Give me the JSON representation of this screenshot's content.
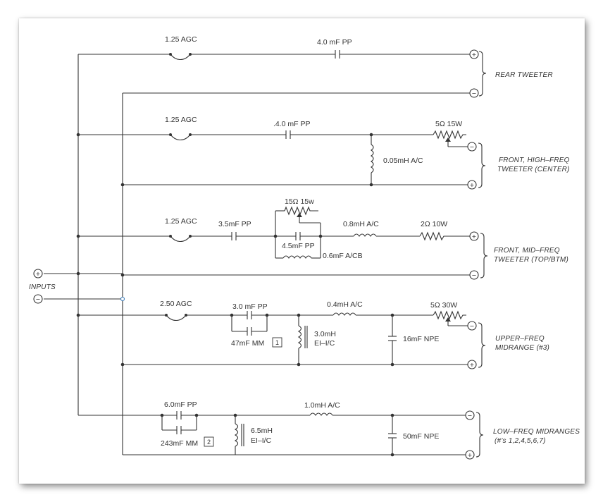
{
  "inputs": {
    "label": "INPUTS",
    "plus": "+",
    "minus": "−"
  },
  "terminal": {
    "plus": "+",
    "minus": "−"
  },
  "branches": {
    "rear": {
      "label": "REAR TWEETER",
      "fuse": "1.25  AGC",
      "cap": "4.0 mF  PP"
    },
    "front": {
      "label_line1": "FRONT, HIGH–FREQ",
      "label_line2": "TWEETER (CENTER)",
      "fuse": "1.25  AGC",
      "cap": ".4.0 mF PP",
      "resistor": "5Ω 15W",
      "inductor": "0.05mH A/C"
    },
    "mid": {
      "label_line1": "FRONT, MID–FREQ",
      "label_line2": "TWEETER (TOP/BTM)",
      "fuse": "1.25  AGC",
      "cap": "3.5mF PP",
      "pot": "15Ω 15w",
      "cap2": "4.5mF PP",
      "cap3": "0.6mF A/CB",
      "inductor": "0.8mH  A/C",
      "resistor": "2Ω 10W"
    },
    "upper": {
      "label_line1": "UPPER–FREQ",
      "label_line2": "MIDRANGE (#3)",
      "fuse": "2.50  AGC",
      "cap": "3.0 mF  PP",
      "cap2": "47mF  MM",
      "badge": "1",
      "transformer_line1": "3.0mH",
      "transformer_line2": "EI–I/C",
      "inductor": "0.4mH A/C",
      "cap3": "16mF NPE",
      "resistor": "5Ω 30W"
    },
    "low": {
      "label_line1": "LOW–FREQ MIDRANGES",
      "label_line2": "(#’s 1,2,4,5,6,7)",
      "cap": "6.0mF PP",
      "cap2": "243mF  MM",
      "badge": "2",
      "transformer_line1": "6.5mH",
      "transformer_line2": "EI–I/C",
      "inductor": "1.0mH A/C",
      "cap3": "50mF NPE"
    }
  }
}
